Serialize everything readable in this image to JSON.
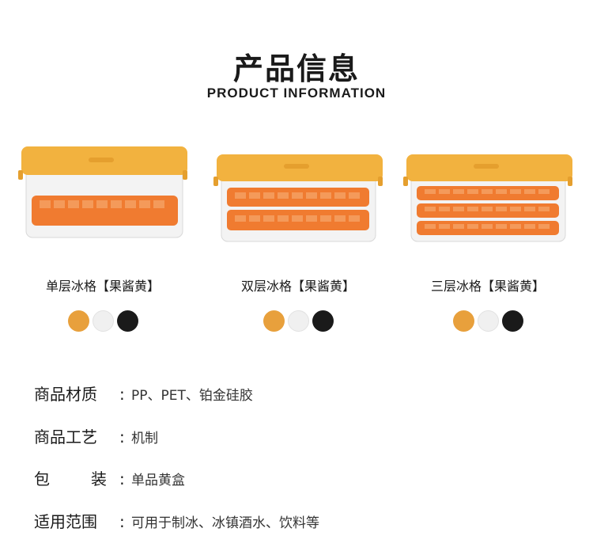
{
  "header": {
    "title": "产品信息",
    "subtitle": "PRODUCT INFORMATION"
  },
  "colors": {
    "yellow": "#E8A03C",
    "white": "#F0F0F0",
    "black": "#1A1A1A",
    "lid": "#F2B23F",
    "tray": "#F07B30"
  },
  "products": [
    {
      "label": "单层冰格【果酱黄】",
      "swatches": [
        "yellow",
        "white",
        "black"
      ]
    },
    {
      "label": "双层冰格【果酱黄】",
      "swatches": [
        "yellow",
        "white",
        "black"
      ]
    },
    {
      "label": "三层冰格【果酱黄】",
      "swatches": [
        "yellow",
        "white",
        "black"
      ]
    }
  ],
  "info": [
    {
      "label": "商品材质",
      "colon": ":",
      "value": "PP、PET、铂金硅胶"
    },
    {
      "label": "商品工艺",
      "colon": ":",
      "value": "机制"
    },
    {
      "label_parts": [
        "包",
        "装"
      ],
      "colon": ":",
      "value": "单品黄盒"
    },
    {
      "label": "适用范围",
      "colon": ":",
      "value": "可用于制冰、冰镇酒水、饮料等"
    }
  ]
}
